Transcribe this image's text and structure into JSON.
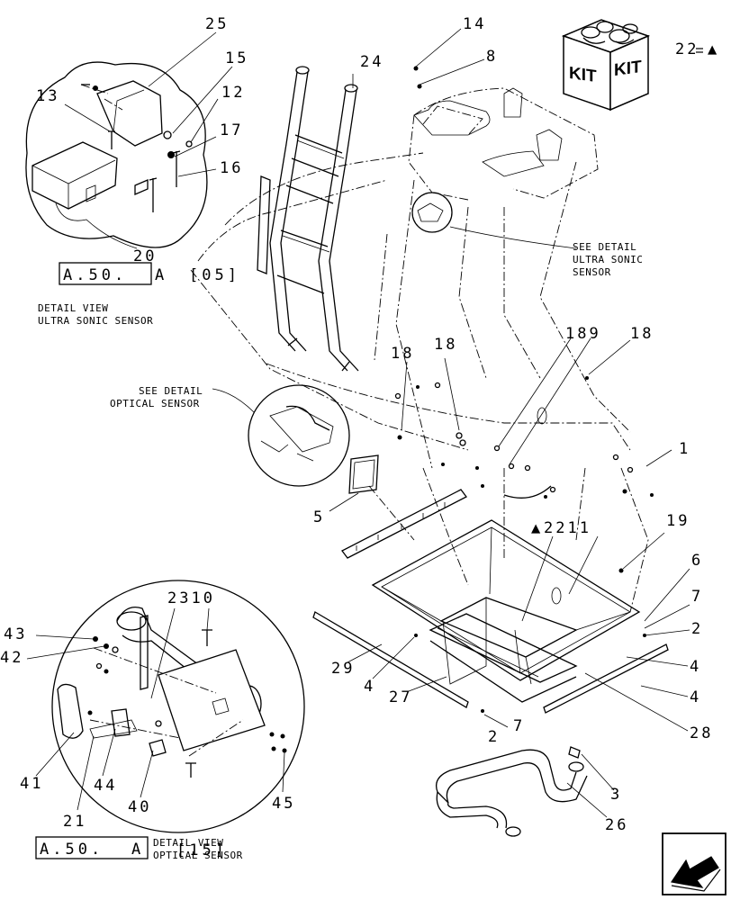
{
  "callouts": {
    "c25": "25",
    "c15": "15",
    "c13": "13",
    "c12": "12",
    "c17": "17",
    "c16": "16",
    "c20": "20",
    "c24": "24",
    "c14": "14",
    "c8": "8",
    "c22": "22",
    "c18a": "18",
    "c18b": "18",
    "c189": "189",
    "c18c": "18",
    "c1": "1",
    "c5": "5",
    "c2211": "2211",
    "c19": "19",
    "c6": "6",
    "c7a": "7",
    "c2a": "2",
    "c4a": "4",
    "c4b": "4",
    "c4c": "4",
    "c29": "29",
    "c27": "27",
    "c2b": "2",
    "c7b": "7",
    "c28": "28",
    "c3": "3",
    "c26": "26",
    "c43": "43",
    "c42": "42",
    "c2310": "2310",
    "c41": "41",
    "c44": "44",
    "c40": "40",
    "c21": "21",
    "c45": "45"
  },
  "triangle_symbol": "▲",
  "refs": {
    "ref_top_box": "A.50.",
    "ref_top_suffix": "A",
    "ref_top_bracket": "[05]",
    "ref_bottom_box": "A.50.",
    "ref_bottom_suffix": "A",
    "ref_bottom_overlap": "[15]"
  },
  "notes": {
    "detail_view_ultra_1": "DETAIL VIEW",
    "detail_view_ultra_2": "ULTRA SONIC SENSOR",
    "see_detail_ultra_1": "SEE DETAIL",
    "see_detail_ultra_2": "ULTRA SONIC",
    "see_detail_ultra_3": "SENSOR",
    "see_detail_optical_1": "SEE DETAIL",
    "see_detail_optical_2": "OPTICAL SENSOR",
    "detail_view_optical_1": "DETAIL VIEW",
    "detail_view_optical_2": "OPTICAL SENSOR"
  },
  "kit": {
    "label_left": "KIT",
    "label_right": "KIT"
  },
  "icons": {
    "kit_box": "kit-box-icon",
    "nav_arrow": "arrow-back-icon"
  }
}
